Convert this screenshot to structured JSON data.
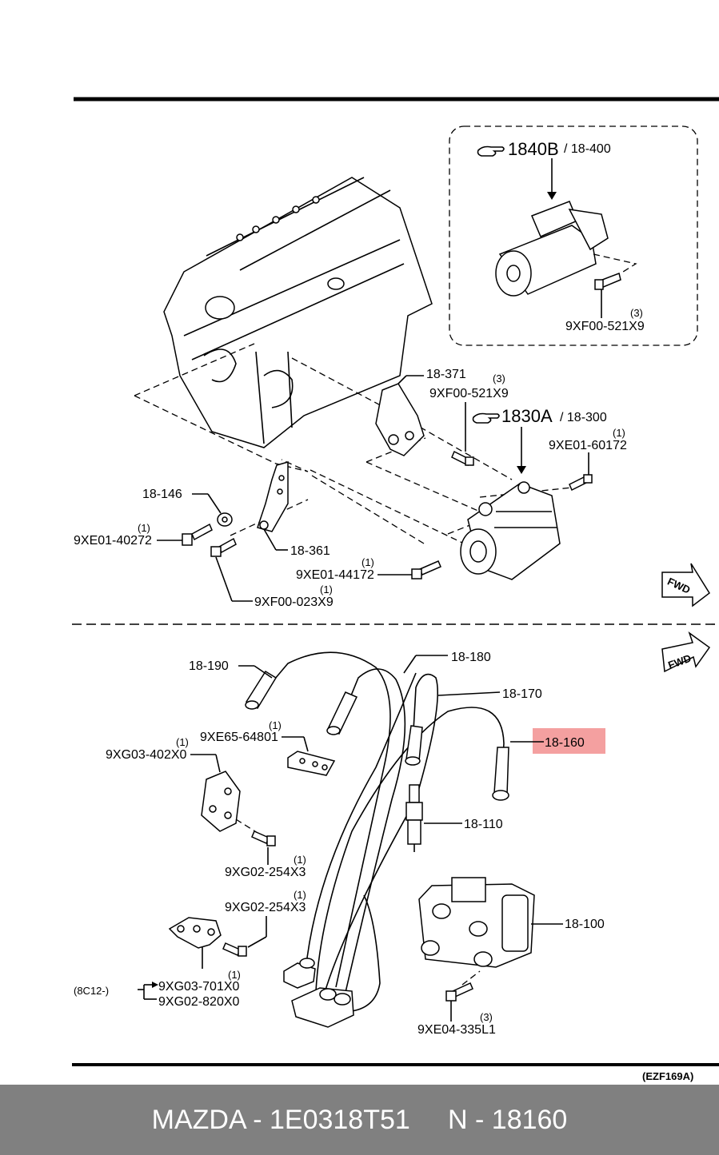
{
  "diagram": {
    "upper": {
      "starter_ref": "1840B",
      "starter_sub": "/ 18-400",
      "starter_bolt": "9XF00-521X9",
      "starter_bolt_qty": "(3)",
      "alternator_ref": "1830A",
      "alternator_sub": "/ 18-300",
      "bracket": "18-371",
      "bracket_bolt": "9XF00-521X9",
      "bracket_bolt_qty": "(3)",
      "alt_bolt_right": "9XE01-60172",
      "alt_bolt_right_qty": "(1)",
      "nut": "18-146",
      "bolt_left": "9XE01-40272",
      "bolt_left_qty": "(1)",
      "adjust_bar": "18-361",
      "alt_bolt_bottom": "9XE01-44172",
      "alt_bolt_bottom_qty": "(1)",
      "bolt_bottom": "9XF00-023X9",
      "bolt_bottom_qty": "(1)",
      "fwd": "FWD"
    },
    "lower": {
      "wire_190": "18-190",
      "wire_180": "18-180",
      "wire_170": "18-170",
      "wire_160": "18-160",
      "clip": "9XE65-64801",
      "clip_qty": "(1)",
      "clamp": "9XG03-402X0",
      "clamp_qty": "(1)",
      "spark_plug": "18-110",
      "screw_a": "9XG02-254X3",
      "screw_a_qty": "(1)",
      "screw_b": "9XG02-254X3",
      "screw_b_qty": "(1)",
      "coil": "18-100",
      "holder_a": "9XG03-701X0",
      "holder_a_qty": "(1)",
      "holder_b": "9XG02-820X0",
      "variant": "(8C12-)",
      "coil_bolt": "9XE04-335L1",
      "coil_bolt_qty": "(3)",
      "fwd": "FWD"
    },
    "figure_code": "(EZF169A)",
    "highlight_color": "#f08080"
  },
  "footer": {
    "text": "MAZDA - 1E0318T51     N - 18160"
  }
}
